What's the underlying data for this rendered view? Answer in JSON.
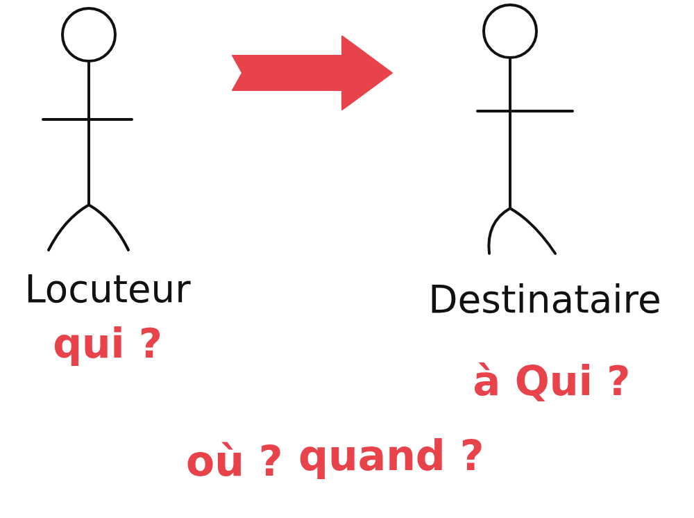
{
  "diagram": {
    "nodes": [
      {
        "text": [
          "Locuteur",
          "qui ?"
        ]
      },
      {
        "text": [
          "Destinataire",
          "à Qui ?"
        ]
      }
    ],
    "edges": [
      {
        "from": 0,
        "to": 1,
        "arrow": "to"
      }
    ],
    "labels": [
      "où ?",
      "quand ?"
    ]
  }
}
